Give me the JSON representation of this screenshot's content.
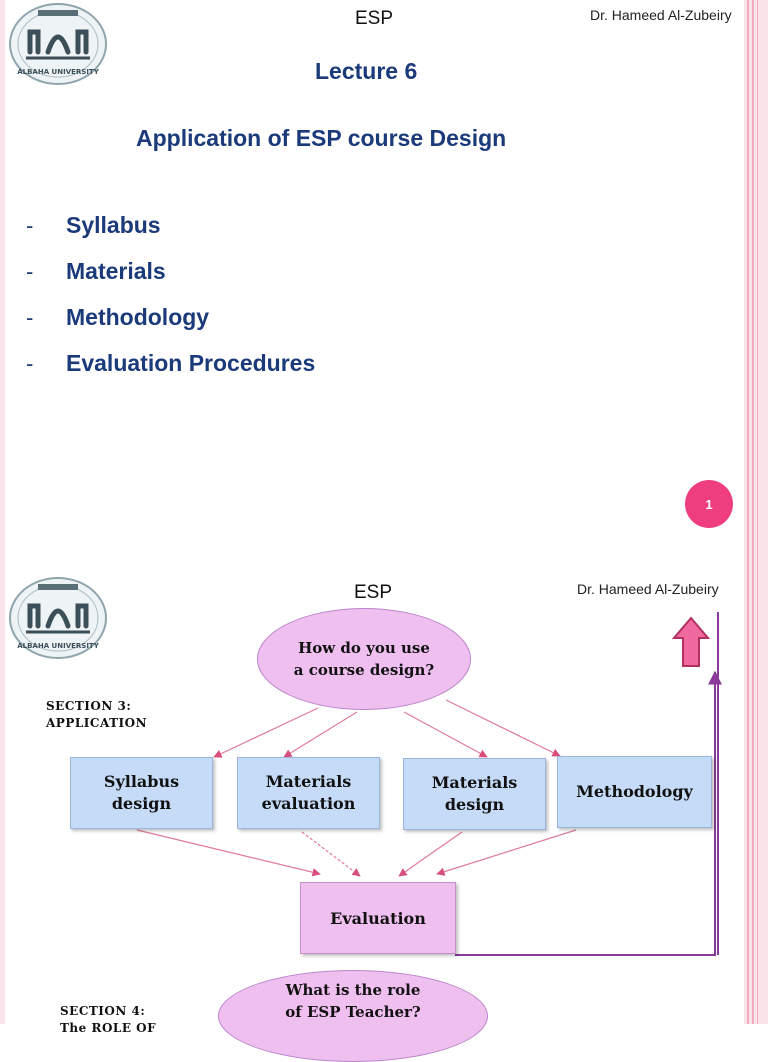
{
  "colors": {
    "title_blue": "#1a3a7a",
    "badge_pink": "#ee3e7f",
    "box_blue": "#c6dbf7",
    "box_pink": "#efbff0",
    "connector_purple": "#8a3a9a",
    "edge_pink": "#f7c5d2"
  },
  "slide1": {
    "logo": {
      "icon": "university-emblem-icon",
      "text": "ALBAHA UNIVERSITY"
    },
    "header": {
      "title": "ESP",
      "author": "Dr. Hameed Al-Zubeiry"
    },
    "lecture": "Lecture 6",
    "title": "Application of ESP course Design",
    "bullets": [
      {
        "dash": "-",
        "text": "Syllabus"
      },
      {
        "dash": "-",
        "text": "Materials"
      },
      {
        "dash": "-",
        "text": "Methodology"
      },
      {
        "dash": "-",
        "text": "Evaluation Procedures"
      }
    ],
    "page_number": "1"
  },
  "slide2": {
    "logo": {
      "icon": "university-emblem-icon",
      "text": "ALBAHA UNIVERSITY"
    },
    "header": {
      "title": "ESP",
      "author": "Dr. Hameed Al-Zubeiry"
    },
    "up_arrow_icon": "up-arrow-icon",
    "section3": {
      "line1": "SECTION 3:",
      "line2": "APPLICATION"
    },
    "section4": {
      "line1": "SECTION 4:",
      "line2": "The ROLE OF"
    },
    "question1": {
      "line1": "How do you use",
      "line2": "a course design?"
    },
    "boxes": [
      {
        "line1": "Syllabus",
        "line2": "design"
      },
      {
        "line1": "Materials",
        "line2": "evaluation"
      },
      {
        "line1": "Materials",
        "line2": "design"
      },
      {
        "line1": "Methodology",
        "line2": ""
      }
    ],
    "evaluation": "Evaluation",
    "question2": {
      "line1": "What is the role",
      "line2": "of ESP Teacher?"
    }
  }
}
